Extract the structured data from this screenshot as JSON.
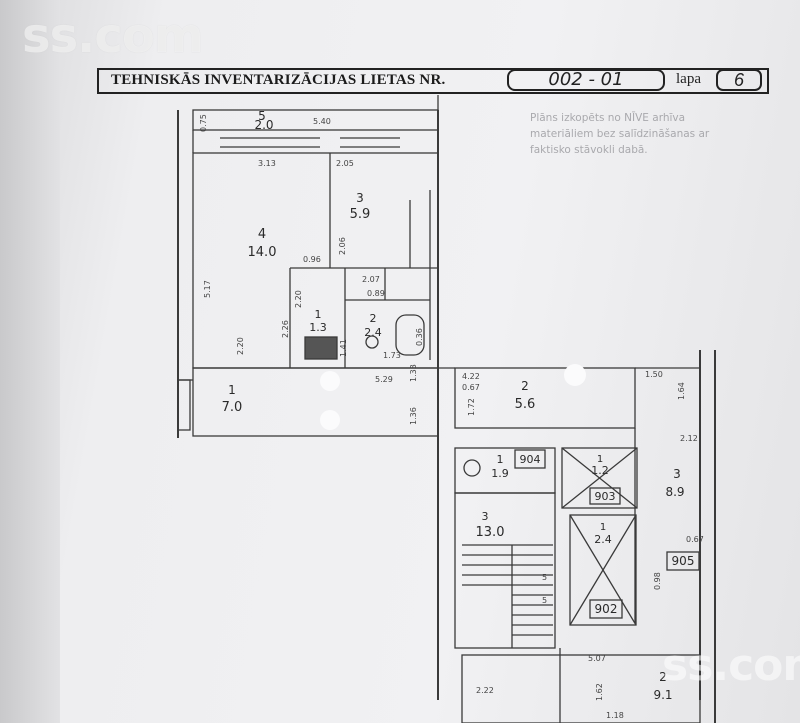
{
  "watermark": {
    "top_left": "ss.com",
    "bottom_right": "ss.com"
  },
  "header": {
    "title": "TEHNISKĀS INVENTARIZĀCIJAS LIETAS NR.",
    "case_number": "002 - 01",
    "page_label": "lapa",
    "page_number": "6"
  },
  "note": "Plāns izkopēts no NĪVE arhīva materiāliem bez salīdzināšanas ar faktisko stāvokli dabā.",
  "rooms": [
    {
      "id": "balcony",
      "number": "5",
      "area": "2.0"
    },
    {
      "id": "room-4",
      "number": "4",
      "area": "14.0"
    },
    {
      "id": "room-3",
      "number": "3",
      "area": "5.9"
    },
    {
      "id": "room-1-wc",
      "number": "1",
      "area": "1.3"
    },
    {
      "id": "room-2-bath",
      "number": "2",
      "area": "2.4"
    },
    {
      "id": "hall-1",
      "number": "1",
      "area": "7.0"
    },
    {
      "id": "corridor-2",
      "number": "2",
      "area": "5.6"
    },
    {
      "id": "room-904",
      "number": "1",
      "area": "1.9",
      "code": "904"
    },
    {
      "id": "shaft-903",
      "number": "1",
      "area": "1.2",
      "code": "903"
    },
    {
      "id": "shaft-902",
      "number": "1",
      "area": "2.4",
      "code": "902"
    },
    {
      "id": "stair-3",
      "number": "3",
      "area": "13.0"
    },
    {
      "id": "room-3-right",
      "number": "3",
      "area": "8.9"
    },
    {
      "id": "room-905",
      "code": "905"
    },
    {
      "id": "room-2-bottom",
      "number": "2",
      "area": "9.1"
    }
  ],
  "dimensions": [
    "0.75",
    "5.40",
    "3.13",
    "2.05",
    "2.06",
    "0.96",
    "5.17",
    "2.20",
    "2.26",
    "2.20",
    "1.41",
    "2.07",
    "0.89",
    "0.36",
    "1.73",
    "1.36",
    "5.29",
    "1.33",
    "4.22",
    "0.67",
    "1.72",
    "1.50",
    "1.64",
    "2.12",
    "0.67",
    "0.98",
    "5.07",
    "2.22",
    "1.62",
    "1.18",
    "5",
    "5"
  ]
}
